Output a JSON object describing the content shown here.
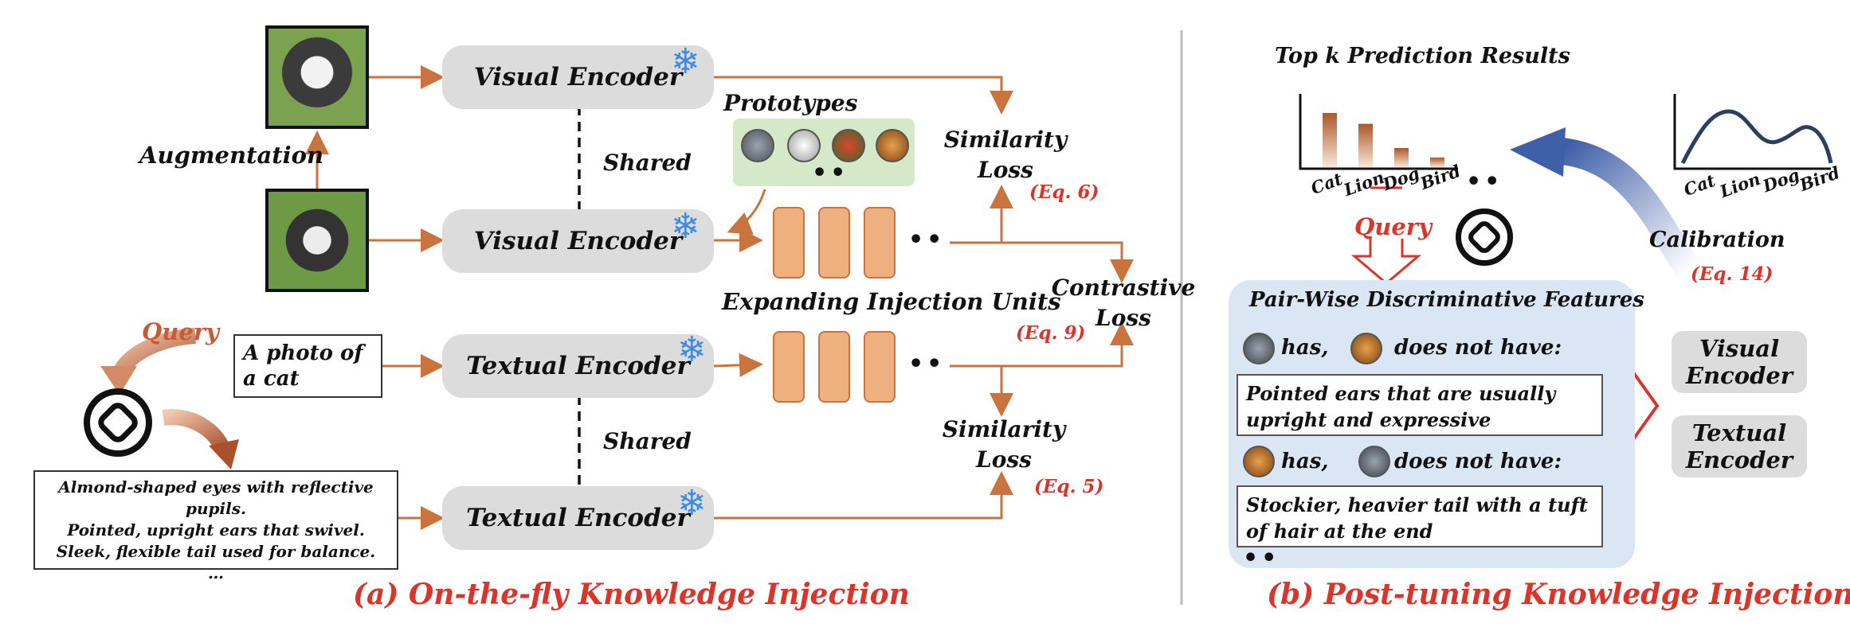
{
  "left": {
    "augmentation": "Augmentation",
    "visual_encoder_1": "Visual Encoder",
    "visual_encoder_2": "Visual Encoder",
    "shared_1": "Shared",
    "prototypes": "Prototypes",
    "similarity_loss_1": "Similarity Loss",
    "eq6": "(Eq. 6)",
    "expanding_units": "Expanding Injection Units",
    "contrastive_loss": "Contrastive Loss",
    "eq9": "(Eq. 9)",
    "query": "Query",
    "prompt_text": "A photo of a cat",
    "textual_encoder_1": "Textual Encoder",
    "textual_encoder_2": "Textual Encoder",
    "shared_2": "Shared",
    "similarity_loss_2": "Similarity Loss",
    "eq5": "(Eq. 5)",
    "description_lines": [
      "Almond-shaped eyes with reflective pupils.",
      "Pointed, upright ears that swivel.",
      "Sleek, flexible tail used for balance.",
      "…"
    ],
    "caption": "(a) On-the-fly Knowledge Injection"
  },
  "right": {
    "topk_title": "Top k Prediction Results",
    "categories": [
      "Cat",
      "Lion",
      "Dog",
      "Bird"
    ],
    "prediction_values": [
      0.85,
      0.68,
      0.3,
      0.15
    ],
    "query": "Query",
    "calibration": "Calibration",
    "eq14": "(Eq. 14)",
    "pairwise_title": "Pair-Wise Discriminative Features",
    "has_1": "has,",
    "does_not_have_1": "does not have:",
    "feature_1": "Pointed ears that are usually upright and expressive",
    "has_2": "has,",
    "does_not_have_2": "does not have:",
    "feature_2": "Stockier, heavier tail with a tuft of hair at the end",
    "visual_encoder": "Visual Encoder",
    "textual_encoder": "Textual Encoder",
    "caption": "(b) Post-tuning Knowledge Injection"
  },
  "colors": {
    "arrow": "#c9743e",
    "accent_red": "#d9352b",
    "encoder_gray": "#dcdcdc",
    "prototype_bg": "#d5e8c8",
    "pairwise_bg": "#dae6f3",
    "unit_fill": "#eeb07f"
  },
  "icons": [
    "snowflake-icon",
    "openai-logo-icon",
    "cat-photo",
    "dog-photo",
    "bird-photo",
    "lion-photo"
  ]
}
